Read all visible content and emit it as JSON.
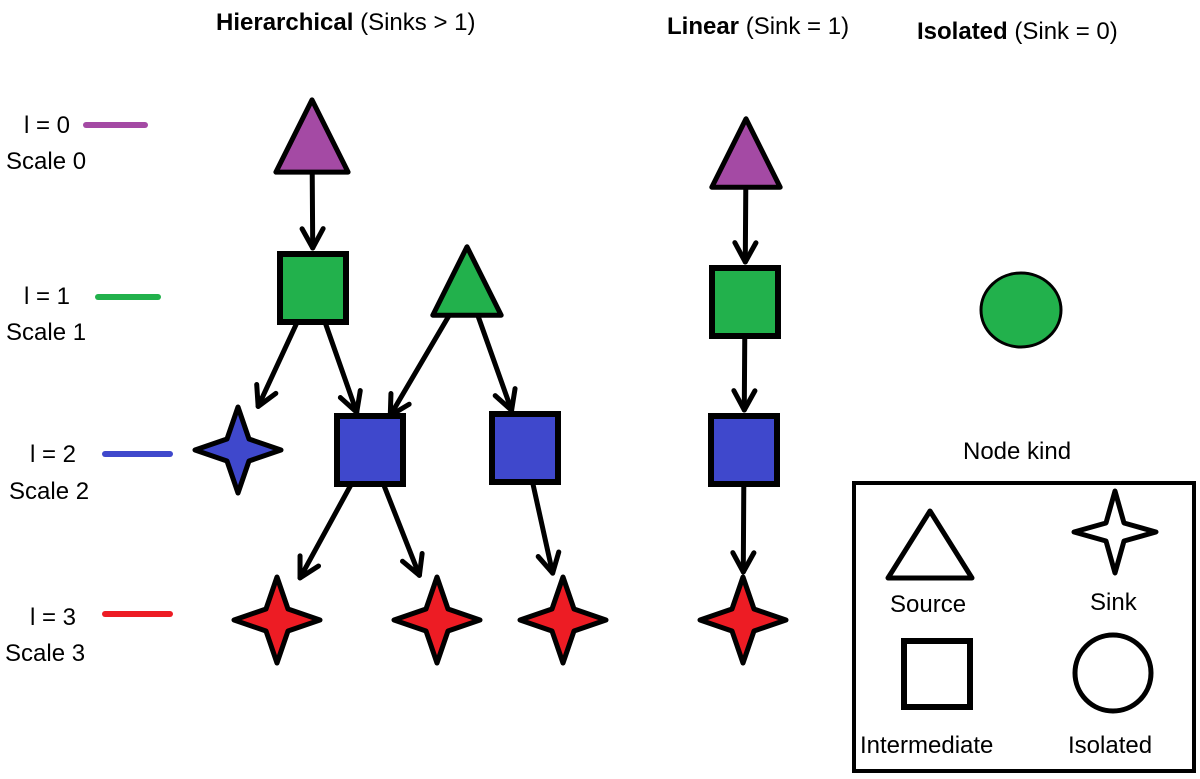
{
  "titles": {
    "hierarchical": {
      "bold": "Hierarchical",
      "rest": " (Sinks > 1)"
    },
    "linear": {
      "bold": "Linear",
      "rest": " (Sink = 1)"
    },
    "isolated": {
      "bold": "Isolated",
      "rest": " (Sink = 0)"
    }
  },
  "levels": [
    {
      "label": "l = 0",
      "scale": "Scale 0",
      "color": "#a44aa4"
    },
    {
      "label": "l = 1",
      "scale": "Scale 1",
      "color": "#22b14c"
    },
    {
      "label": "l = 2",
      "scale": "Scale 2",
      "color": "#3f48cc"
    },
    {
      "label": "l = 3",
      "scale": "Scale 3",
      "color": "#ed1c24"
    }
  ],
  "node_kinds": [
    "source",
    "intermediate",
    "sink",
    "isolated"
  ],
  "graphs": {
    "hierarchical": {
      "nodes": [
        {
          "id": "h0",
          "kind": "source",
          "level": 0
        },
        {
          "id": "h1a",
          "kind": "intermediate",
          "level": 1
        },
        {
          "id": "h1b",
          "kind": "source",
          "level": 1
        },
        {
          "id": "h2a",
          "kind": "sink",
          "level": 2
        },
        {
          "id": "h2b",
          "kind": "intermediate",
          "level": 2
        },
        {
          "id": "h2c",
          "kind": "intermediate",
          "level": 2
        },
        {
          "id": "h3a",
          "kind": "sink",
          "level": 3
        },
        {
          "id": "h3b",
          "kind": "sink",
          "level": 3
        },
        {
          "id": "h3c",
          "kind": "sink",
          "level": 3
        }
      ],
      "edges": [
        [
          "h0",
          "h1a"
        ],
        [
          "h1a",
          "h2a"
        ],
        [
          "h1a",
          "h2b"
        ],
        [
          "h1b",
          "h2b"
        ],
        [
          "h1b",
          "h2c"
        ],
        [
          "h2b",
          "h3a"
        ],
        [
          "h2b",
          "h3b"
        ],
        [
          "h2c",
          "h3c"
        ]
      ]
    },
    "linear": {
      "nodes": [
        {
          "id": "l0",
          "kind": "source",
          "level": 0
        },
        {
          "id": "l1",
          "kind": "intermediate",
          "level": 1
        },
        {
          "id": "l2",
          "kind": "intermediate",
          "level": 2
        },
        {
          "id": "l3",
          "kind": "sink",
          "level": 3
        }
      ],
      "edges": [
        [
          "l0",
          "l1"
        ],
        [
          "l1",
          "l2"
        ],
        [
          "l2",
          "l3"
        ]
      ]
    },
    "isolated": {
      "nodes": [
        {
          "id": "i1",
          "kind": "isolated",
          "level": 1
        }
      ],
      "edges": []
    }
  },
  "legend": {
    "title": "Node kind",
    "items": [
      {
        "kind": "source",
        "label": "Source"
      },
      {
        "kind": "sink",
        "label": "Sink"
      },
      {
        "kind": "intermediate",
        "label": "Intermediate"
      },
      {
        "kind": "isolated",
        "label": "Isolated"
      }
    ]
  }
}
